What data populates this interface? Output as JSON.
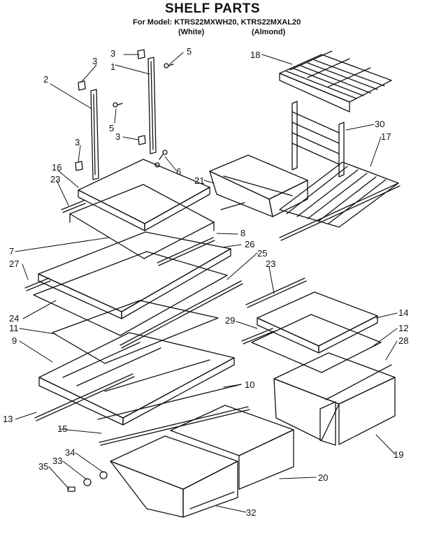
{
  "header": {
    "title": "SHELF PARTS",
    "model_line": "For Model: KTRS22MXWH20, KTRS22MXAL20",
    "variant_white": "(White)",
    "variant_almond": "(Almond)"
  },
  "callouts": [
    "1",
    "2",
    "3",
    "3",
    "3",
    "3",
    "5",
    "5",
    "6",
    "16",
    "23",
    "21",
    "18",
    "30",
    "17",
    "8",
    "26",
    "7",
    "27",
    "25",
    "24",
    "11",
    "9",
    "23",
    "29",
    "14",
    "12",
    "28",
    "10",
    "13",
    "15",
    "34",
    "33",
    "35",
    "20",
    "19",
    "32"
  ]
}
